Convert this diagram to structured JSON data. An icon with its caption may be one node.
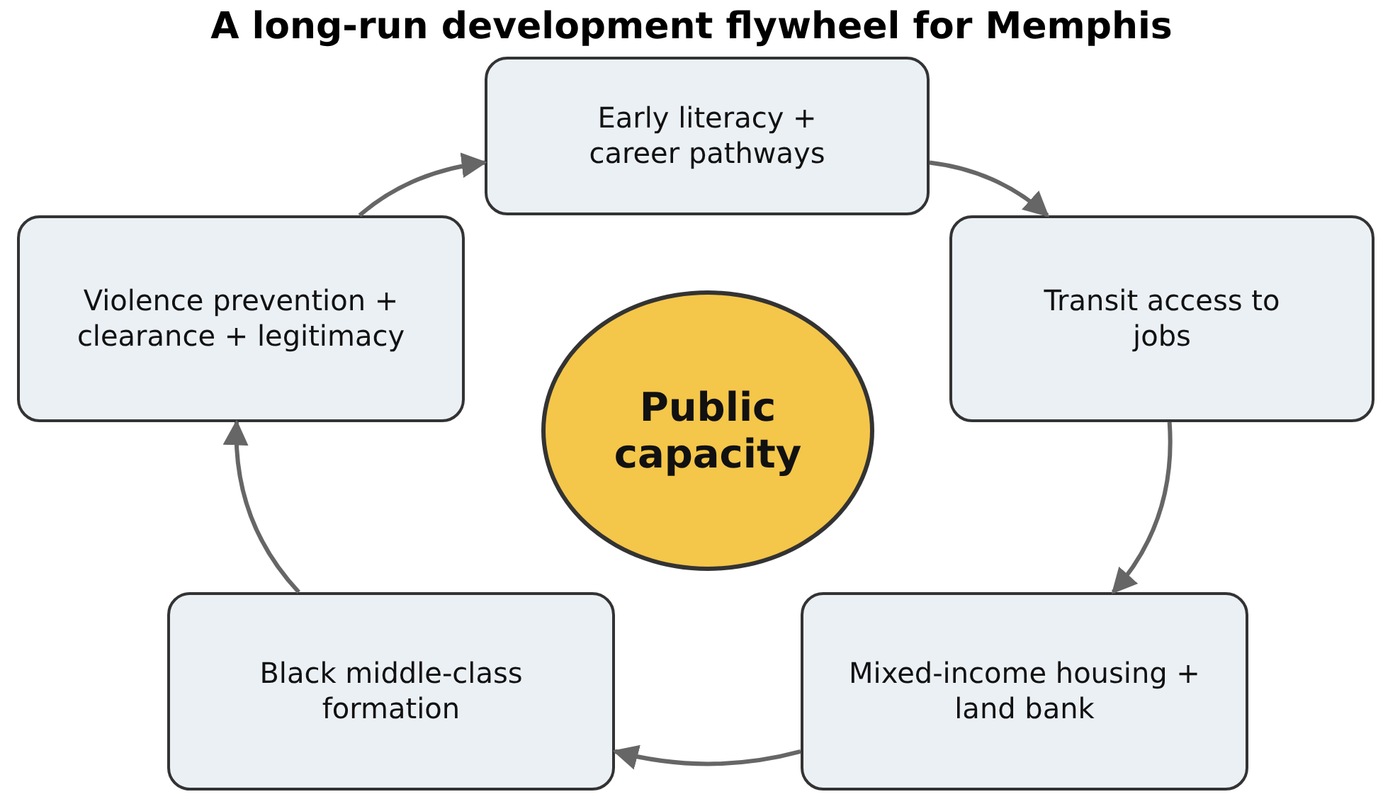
{
  "diagram": {
    "title": "A long-run development flywheel for Memphis",
    "nodes": [
      {
        "text": [
          "Early literacy + career pathways"
        ]
      },
      {
        "text": [
          "Violence prevention + clearance + legitimacy"
        ]
      },
      {
        "text": [
          "Transit access to jobs"
        ]
      },
      {
        "text": [
          "Public capacity"
        ]
      },
      {
        "text": [
          "Black middle-class formation"
        ]
      },
      {
        "text": [
          "Mixed-income housing + land bank"
        ]
      }
    ],
    "edges": [
      {
        "from": 0,
        "to": 2,
        "arrow": "to"
      },
      {
        "from": 2,
        "to": 5,
        "arrow": "to"
      },
      {
        "from": 5,
        "to": 4,
        "arrow": "to"
      },
      {
        "from": 4,
        "to": 1,
        "arrow": "to"
      },
      {
        "from": 1,
        "to": 0,
        "arrow": "to"
      }
    ]
  }
}
